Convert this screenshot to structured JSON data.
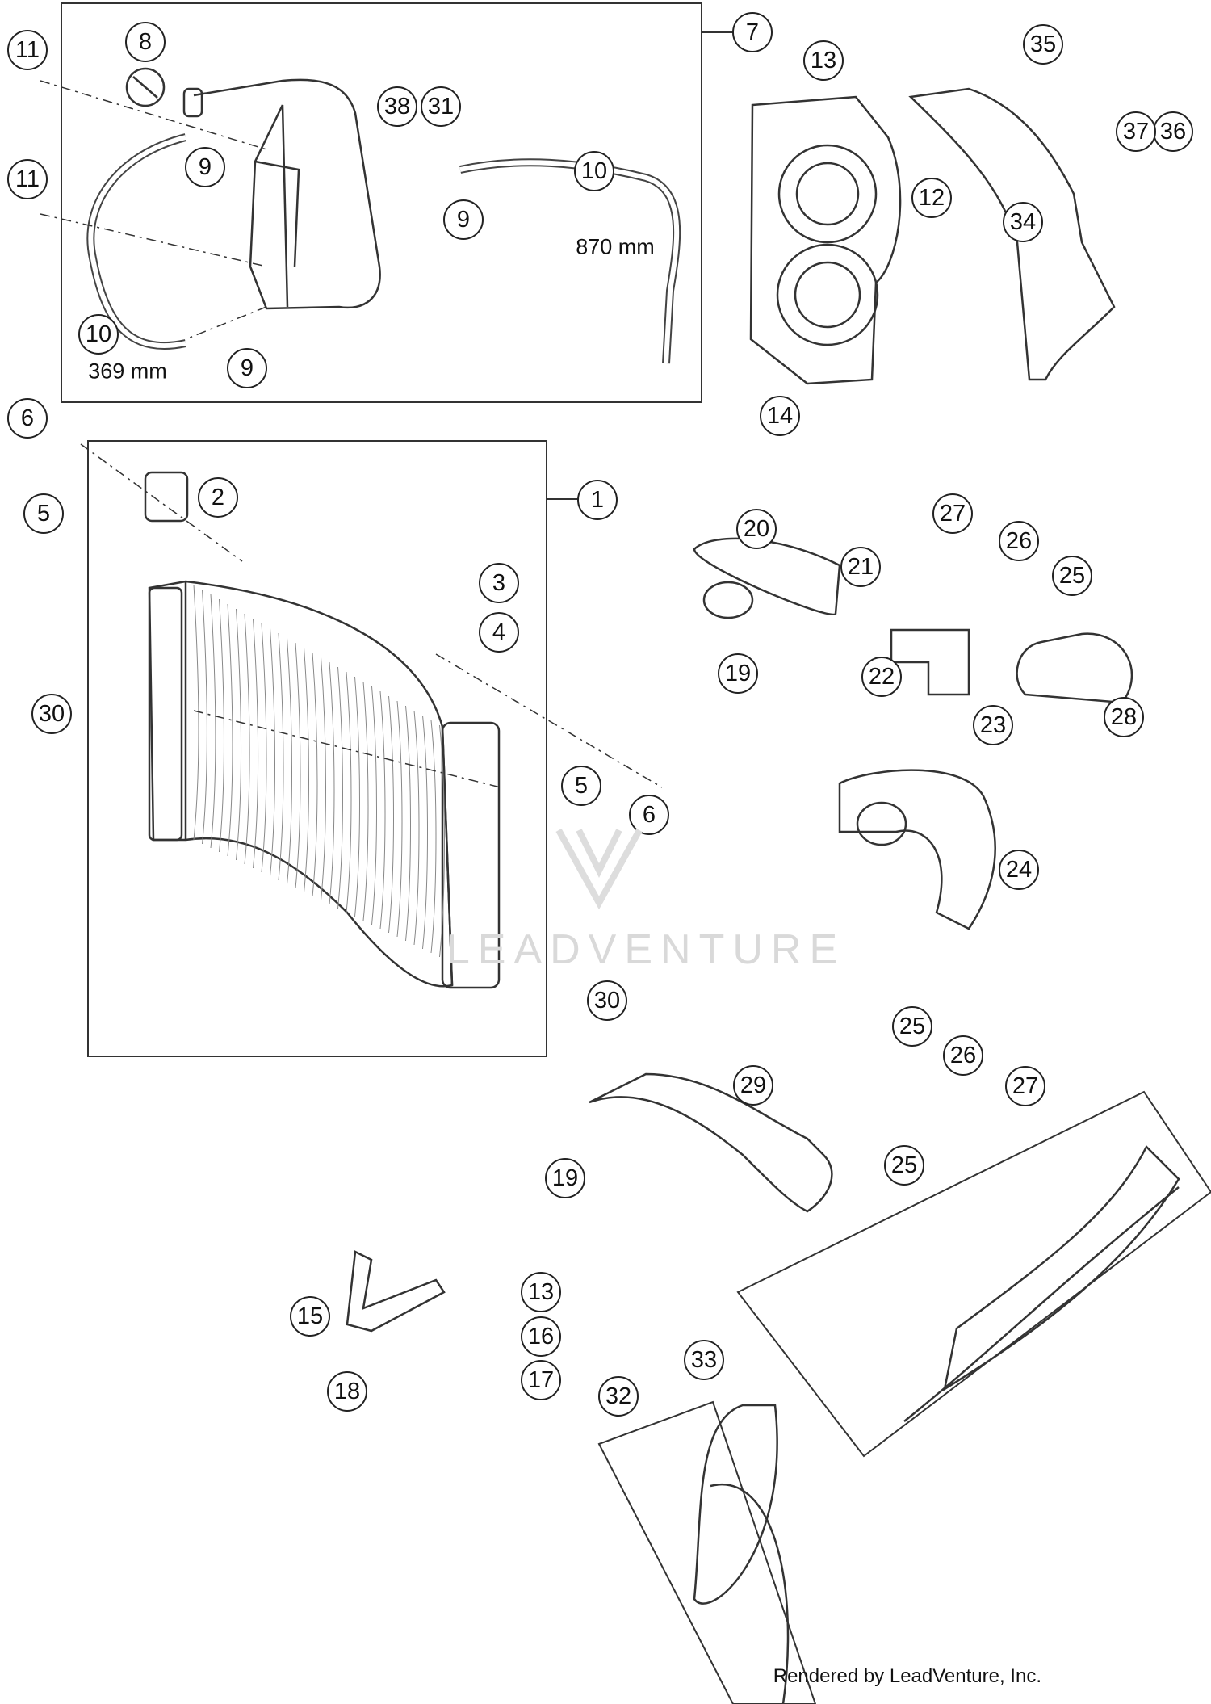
{
  "callouts": [
    {
      "label": "1"
    },
    {
      "label": "2"
    },
    {
      "label": "3"
    },
    {
      "label": "4"
    },
    {
      "label": "5"
    },
    {
      "label": "5"
    },
    {
      "label": "6"
    },
    {
      "label": "6"
    },
    {
      "label": "7"
    },
    {
      "label": "8"
    },
    {
      "label": "9"
    },
    {
      "label": "9"
    },
    {
      "label": "9"
    },
    {
      "label": "10"
    },
    {
      "label": "10"
    },
    {
      "label": "11"
    },
    {
      "label": "11"
    },
    {
      "label": "12"
    },
    {
      "label": "13"
    },
    {
      "label": "13"
    },
    {
      "label": "14"
    },
    {
      "label": "15"
    },
    {
      "label": "16"
    },
    {
      "label": "17"
    },
    {
      "label": "18"
    },
    {
      "label": "19"
    },
    {
      "label": "19"
    },
    {
      "label": "20"
    },
    {
      "label": "21"
    },
    {
      "label": "22"
    },
    {
      "label": "23"
    },
    {
      "label": "24"
    },
    {
      "label": "25"
    },
    {
      "label": "25"
    },
    {
      "label": "25"
    },
    {
      "label": "26"
    },
    {
      "label": "26"
    },
    {
      "label": "27"
    },
    {
      "label": "27"
    },
    {
      "label": "28"
    },
    {
      "label": "29"
    },
    {
      "label": "30"
    },
    {
      "label": "30"
    },
    {
      "label": "31"
    },
    {
      "label": "32"
    },
    {
      "label": "33"
    },
    {
      "label": "34"
    },
    {
      "label": "35"
    },
    {
      "label": "36"
    },
    {
      "label": "37"
    },
    {
      "label": "38"
    }
  ],
  "dimensions": {
    "hose_long": "870 mm",
    "hose_short": "369 mm"
  },
  "watermark": "LEADVENTURE",
  "credit": "Rendered by LeadVenture, Inc."
}
